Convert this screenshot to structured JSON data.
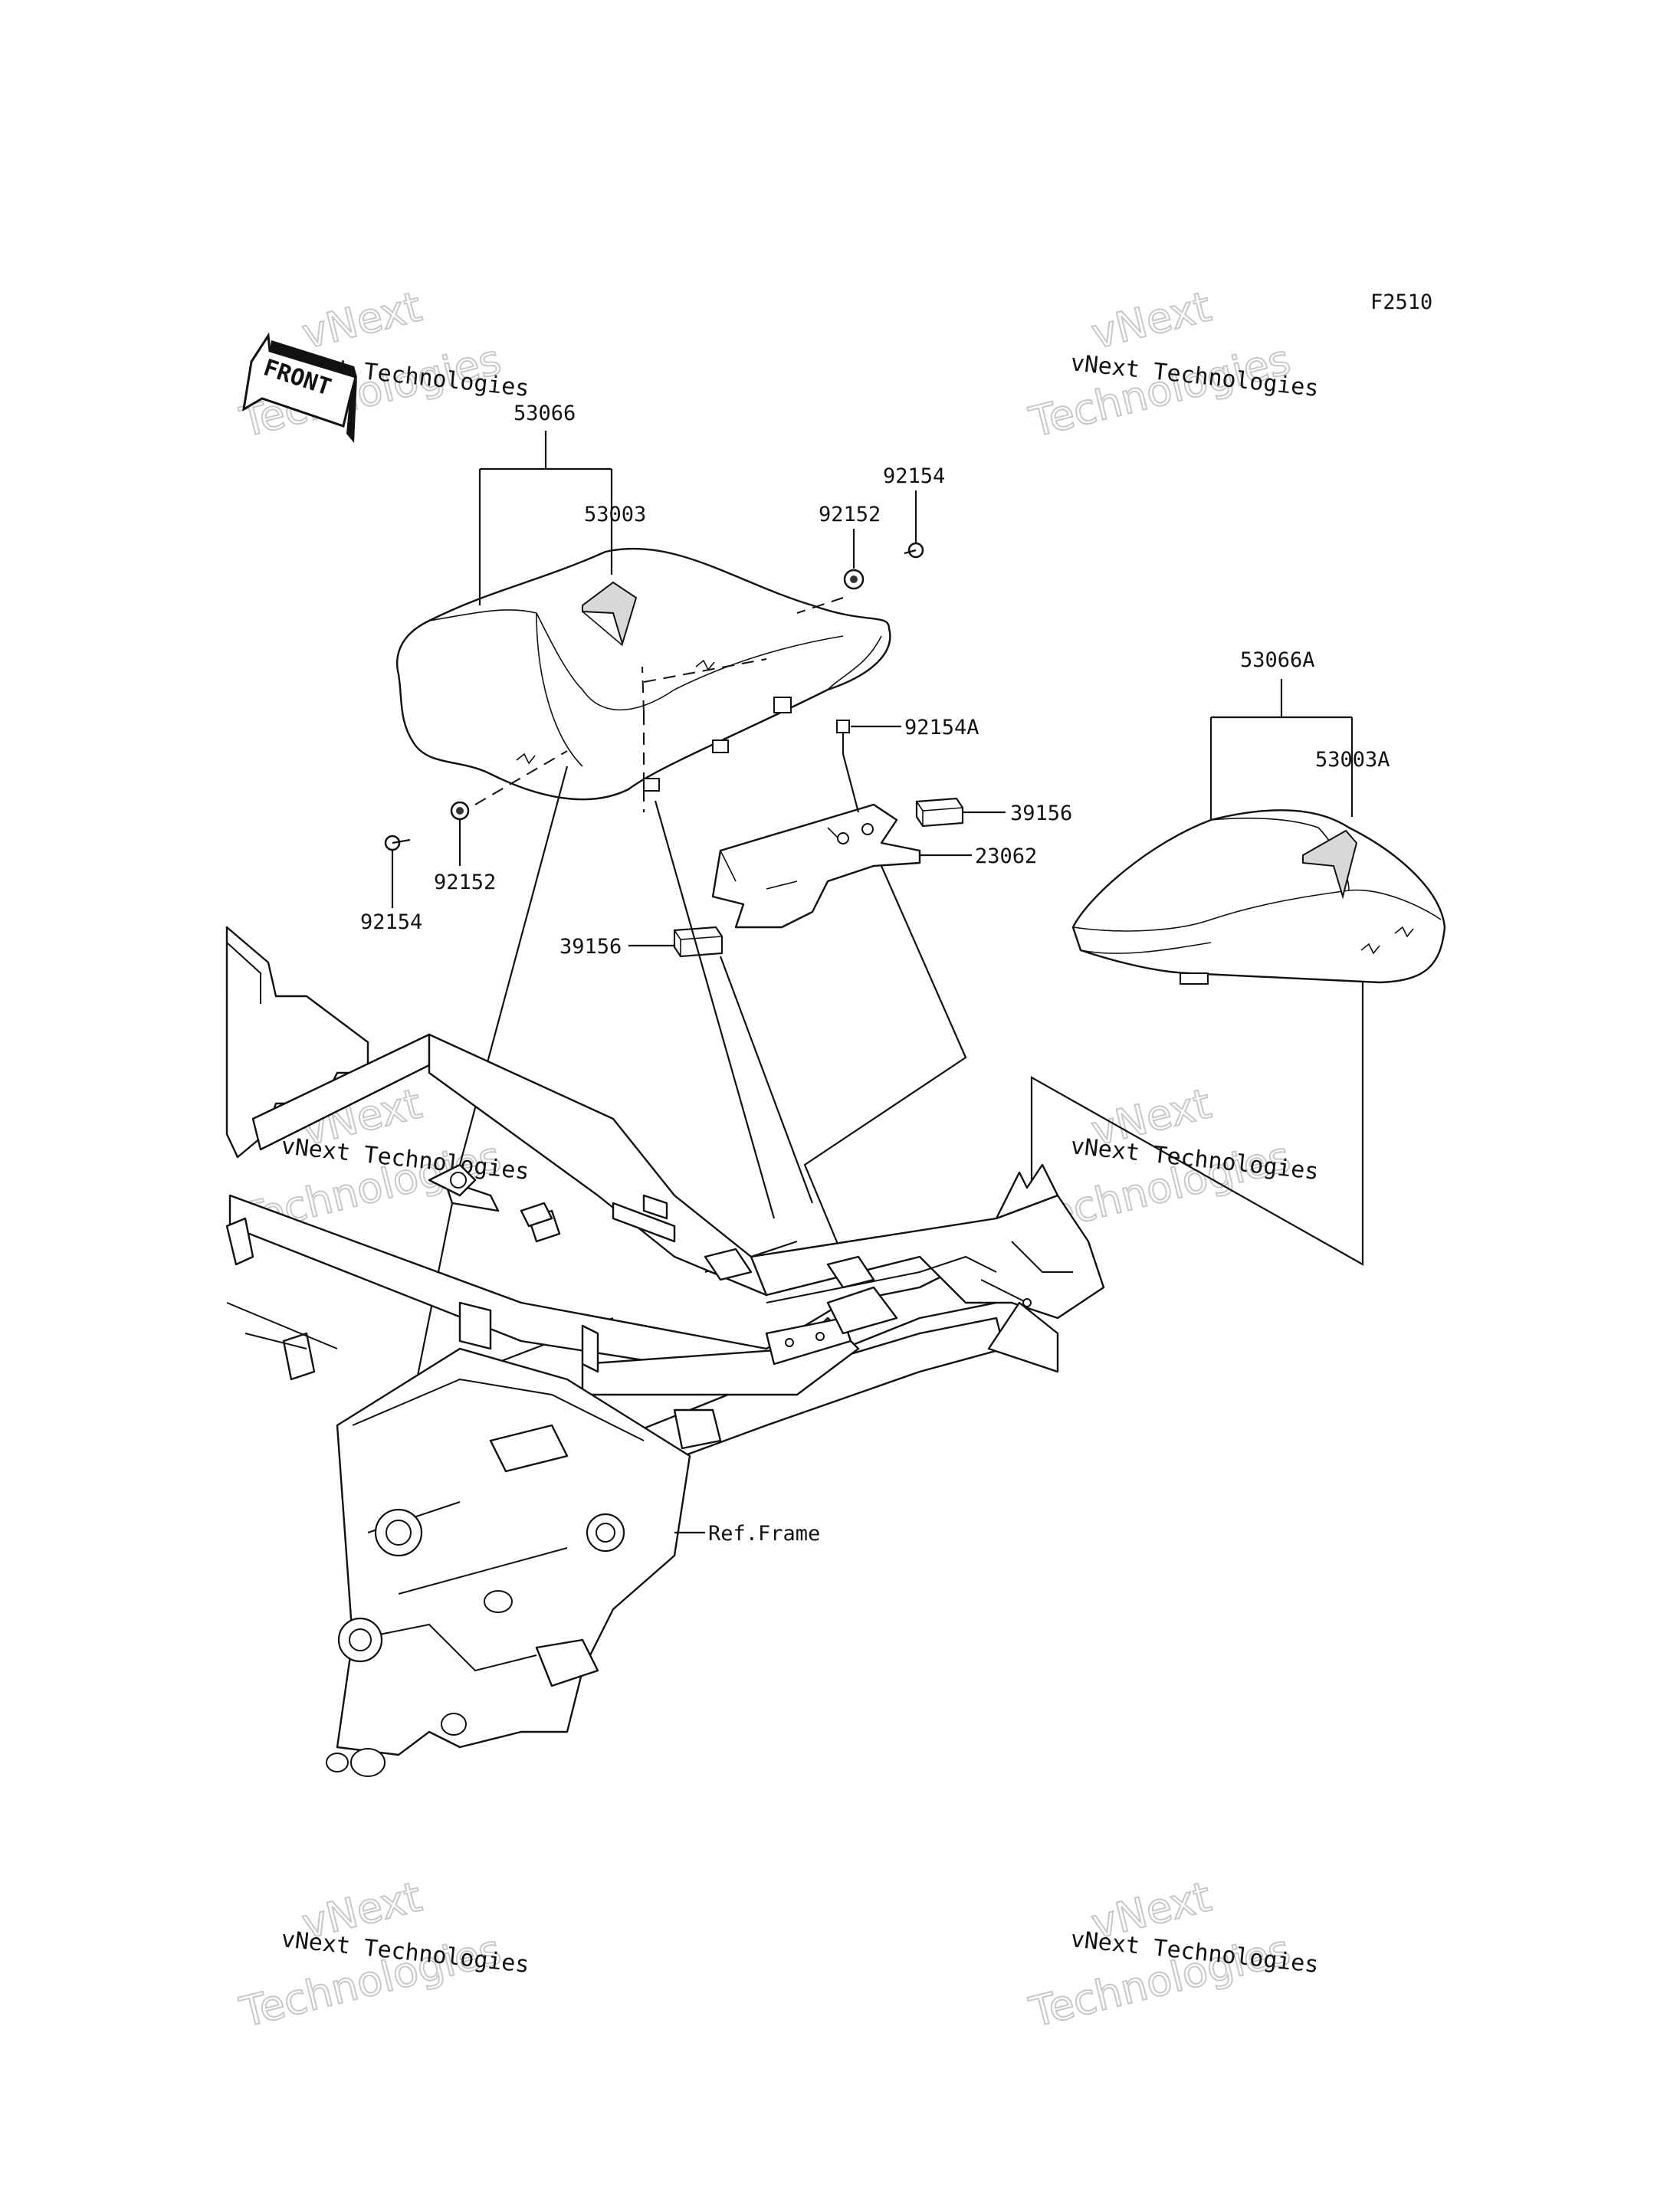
{
  "diagram_code": "F2510",
  "front_badge": "FRONT",
  "watermarks": [
    {
      "brand": "vNext",
      "company": "vNext Technologies",
      "word": "Technologies"
    },
    {
      "brand": "vNext",
      "company": "vNext Technologies",
      "word": "Technologies"
    },
    {
      "brand": "vNext",
      "company": "vNext Technologies",
      "word": "Technologies"
    },
    {
      "brand": "vNext",
      "company": "vNext Technologies",
      "word": "Technologies"
    },
    {
      "brand": "vNext",
      "company": "vNext Technologies",
      "word": "Technologies"
    },
    {
      "brand": "vNext",
      "company": "vNext Technologies",
      "word": "Technologies"
    }
  ],
  "parts": {
    "seat_assy": "53066",
    "seat_pad": "53003",
    "bolt_top": "92154",
    "collar_top": "92152",
    "bolt_bracket": "92154A",
    "damper_right": "39156",
    "bracket": "23062",
    "damper_left": "39156",
    "collar_left": "92152",
    "bolt_left": "92154",
    "seat_cover_assy": "53066A",
    "seat_cover_pad": "53003A",
    "frame_ref": "Ref.Frame"
  }
}
